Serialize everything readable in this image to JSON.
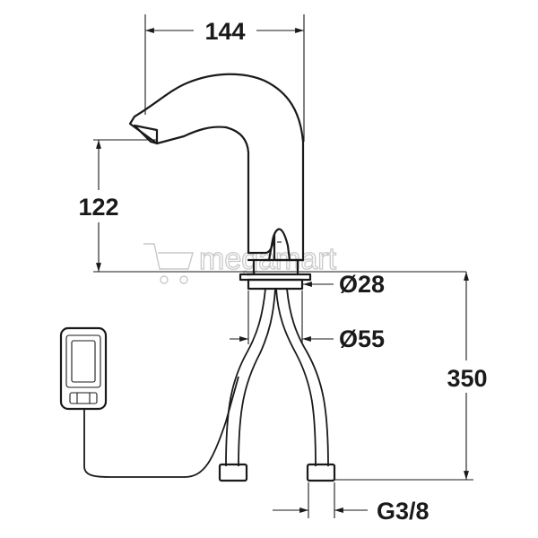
{
  "dimensions": {
    "width": "144",
    "spout_height": "122",
    "body_diameter": "Ø28",
    "base_diameter": "Ø55",
    "total_height": "350",
    "connection": "G3/8"
  },
  "watermark": {
    "text": "megamart"
  }
}
